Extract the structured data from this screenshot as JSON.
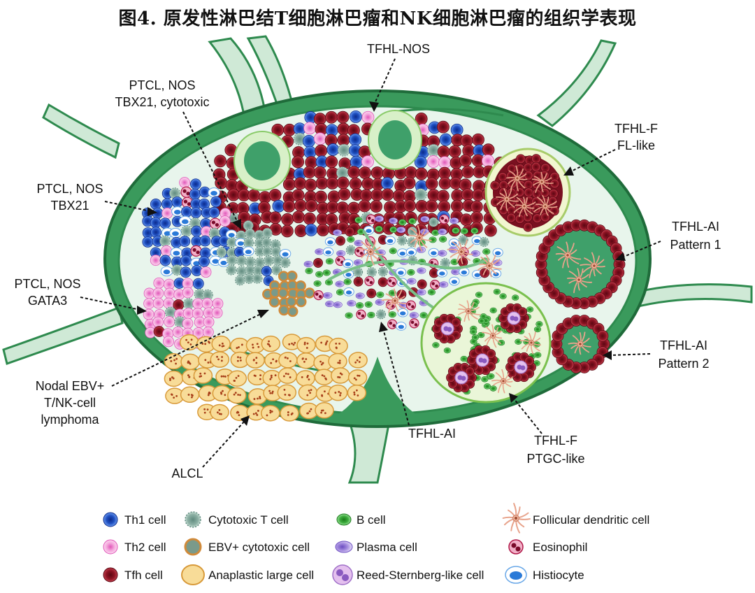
{
  "title": "图4. 原发性淋巴结T细胞淋巴瘤和NK细胞淋巴瘤的组织学表现",
  "labels": {
    "tfhl_nos": "TFHL-NOS",
    "ptcl_cyto_1": "PTCL, NOS",
    "ptcl_cyto_2": "TBX21, cytotoxic",
    "tfhl_f_fl_1": "TFHL-F",
    "tfhl_f_fl_2": "FL-like",
    "ptcl_tbx_1": "PTCL, NOS",
    "ptcl_tbx_2": "TBX21",
    "tfhl_ai_p1_1": "TFHL-AI",
    "tfhl_ai_p1_2": "Pattern 1",
    "ptcl_gata_1": "PTCL, NOS",
    "ptcl_gata_2": "GATA3",
    "tfhl_ai_p2_1": "TFHL-AI",
    "tfhl_ai_p2_2": "Pattern 2",
    "nodal_ebv_1": "Nodal EBV+",
    "nodal_ebv_2": "T/NK-cell",
    "nodal_ebv_3": "lymphoma",
    "tfhl_ai": "TFHL-AI",
    "tfhl_f_ptgc_1": "TFHL-F",
    "tfhl_f_ptgc_2": "PTGC-like",
    "alcl": "ALCL"
  },
  "legend": {
    "th1": "Th1 cell",
    "th2": "Th2 cell",
    "tfh": "Tfh cell",
    "cytotoxic_t": "Cytotoxic T cell",
    "ebv_cytotoxic": "EBV+ cytotoxic cell",
    "anaplastic": "Anaplastic large cell",
    "b_cell": "B cell",
    "plasma": "Plasma cell",
    "reed_sternberg": "Reed-Sternberg-like cell",
    "fdc": "Follicular dendritic cell",
    "eosinophil": "Eosinophil",
    "histiocyte": "Histiocyte"
  },
  "colors": {
    "capsule": "#3a9a5c",
    "capsule_dark": "#1f6b3a",
    "interior": "#e8f5ec",
    "th1": "#2a5cc9",
    "th2": "#f08fd0",
    "tfh": "#a0182a",
    "cytotoxic": "#7fa89a",
    "ebv": "#c98a3e",
    "anaplastic": "#f6d48a",
    "b_cell": "#3fae3f",
    "plasma": "#a890e0",
    "reed": "#d8a8e8",
    "fdc": "#e8a48c",
    "eosinophil": "#b01848",
    "histiocyte": "#2a7ad8"
  }
}
